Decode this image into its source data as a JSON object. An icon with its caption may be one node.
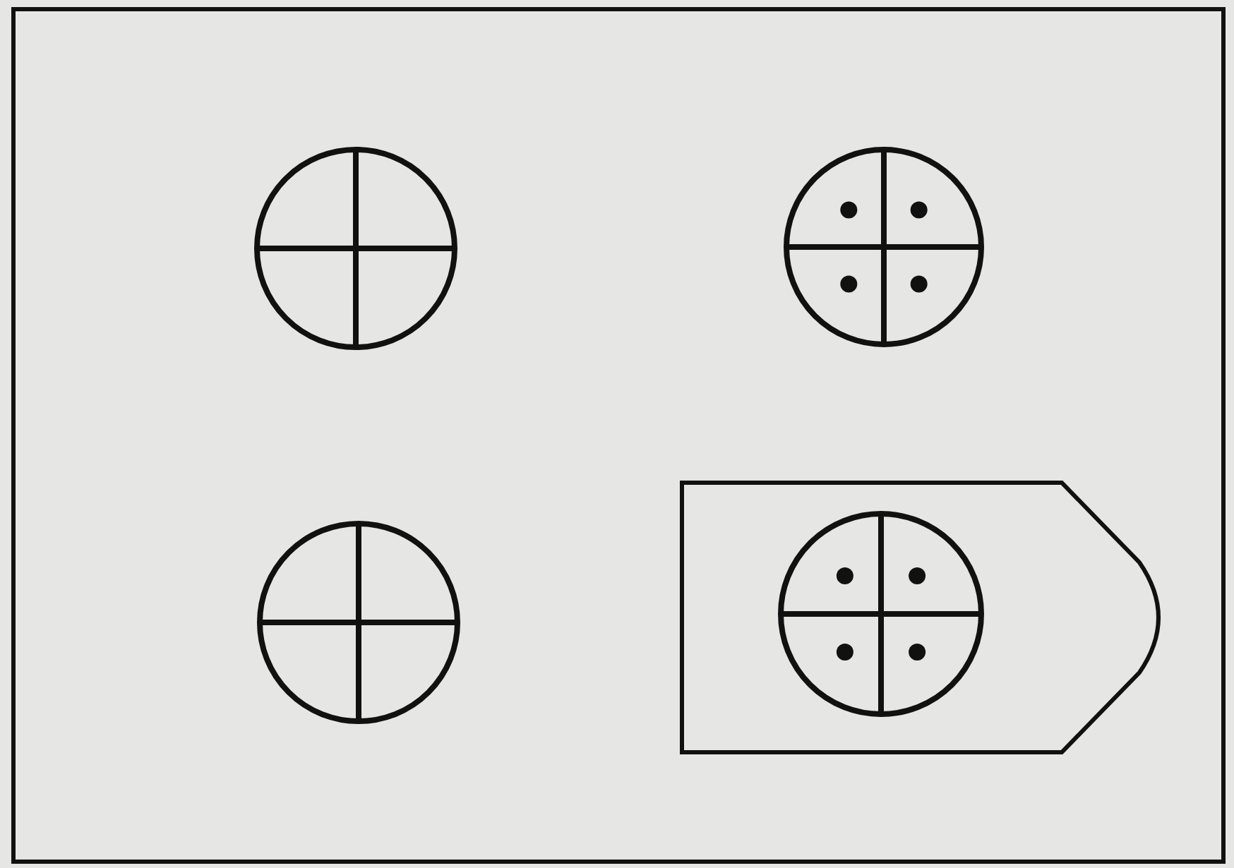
{
  "diagram": {
    "nodes": [
      {
        "text": [],
        "shape": "circle"
      },
      {
        "text": [],
        "shape": "circle"
      },
      {
        "text": [],
        "shape": "circle"
      },
      {
        "text": [],
        "shape": "box"
      },
      {
        "text": [],
        "shape": "circle",
        "in": 3
      }
    ]
  }
}
